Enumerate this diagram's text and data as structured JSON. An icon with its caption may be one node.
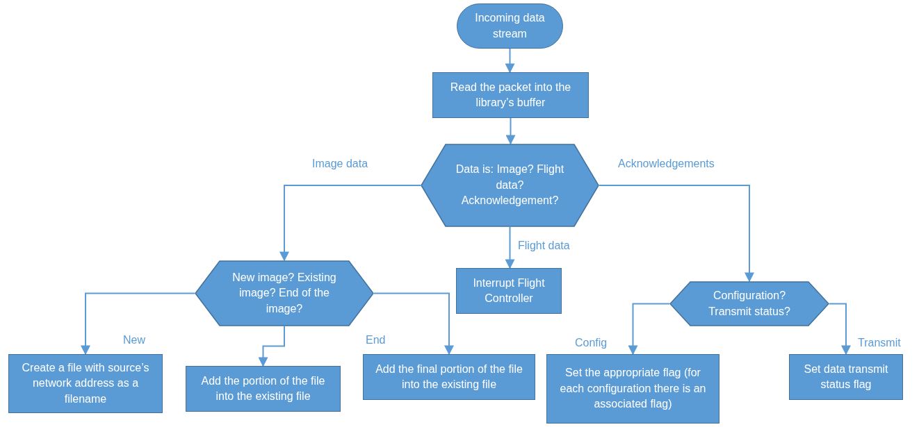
{
  "diagram": {
    "nodes": [
      {
        "text": [
          "Incoming data stream"
        ]
      },
      {
        "text": [
          "Read the packet into the library’s buffer"
        ]
      },
      {
        "text": [
          "Data is: Image? Flight data? Acknowledgement?"
        ]
      },
      {
        "text": [
          "New image? Existing image? End of the image?"
        ]
      },
      {
        "text": [
          "Interrupt Flight Controller"
        ]
      },
      {
        "text": [
          "Configuration? Transmit status?"
        ]
      },
      {
        "text": [
          "Create a file with source’s network address as a filename"
        ]
      },
      {
        "text": [
          "Add the portion of the file into the existing file"
        ]
      },
      {
        "text": [
          "Add the final portion of the file into the existing file"
        ]
      },
      {
        "text": [
          "Set the appropriate flag (for each configuration there is an associated flag)"
        ]
      },
      {
        "text": [
          "Set data transmit status flag"
        ]
      }
    ],
    "edges": [
      {
        "from": 0,
        "to": 1,
        "arrow": "to"
      },
      {
        "from": 1,
        "to": 2,
        "arrow": "to"
      },
      {
        "from": 2,
        "to": 3,
        "arrow": "to",
        "label": "Image data"
      },
      {
        "from": 2,
        "to": 4,
        "arrow": "to",
        "label": "Flight data"
      },
      {
        "from": 2,
        "to": 5,
        "arrow": "to",
        "label": "Acknowledgements"
      },
      {
        "from": 3,
        "to": 6,
        "arrow": "to",
        "label": "New"
      },
      {
        "from": 3,
        "to": 7,
        "arrow": "to"
      },
      {
        "from": 3,
        "to": 8,
        "arrow": "to",
        "label": "End"
      },
      {
        "from": 5,
        "to": 9,
        "arrow": "to",
        "label": "Config"
      },
      {
        "from": 5,
        "to": 10,
        "arrow": "to",
        "label": "Transmit"
      }
    ]
  }
}
